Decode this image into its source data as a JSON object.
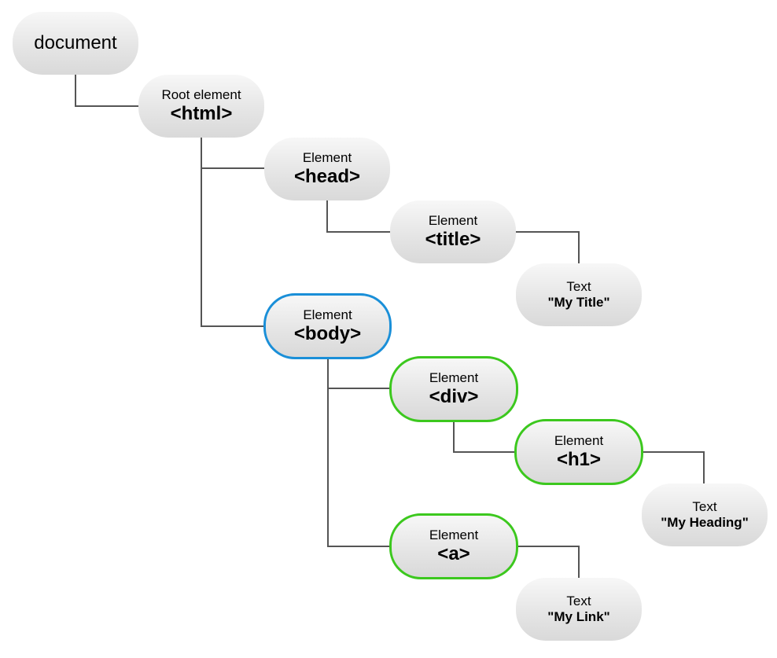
{
  "document": {
    "label": "document"
  },
  "html": {
    "kind": "Root element",
    "tag": "<html>"
  },
  "head": {
    "kind": "Element",
    "tag": "<head>"
  },
  "title": {
    "kind": "Element",
    "tag": "<title>"
  },
  "title_text": {
    "kind": "Text",
    "value": "\"My Title\""
  },
  "body": {
    "kind": "Element",
    "tag": "<body>",
    "outline_color": "#1a8fd8"
  },
  "div": {
    "kind": "Element",
    "tag": "<div>",
    "outline_color": "#3cc81e"
  },
  "h1": {
    "kind": "Element",
    "tag": "<h1>",
    "outline_color": "#3cc81e"
  },
  "h1_text": {
    "kind": "Text",
    "value": "\"My Heading\""
  },
  "a": {
    "kind": "Element",
    "tag": "<a>",
    "outline_color": "#3cc81e"
  },
  "a_text": {
    "kind": "Text",
    "value": "\"My Link\""
  }
}
